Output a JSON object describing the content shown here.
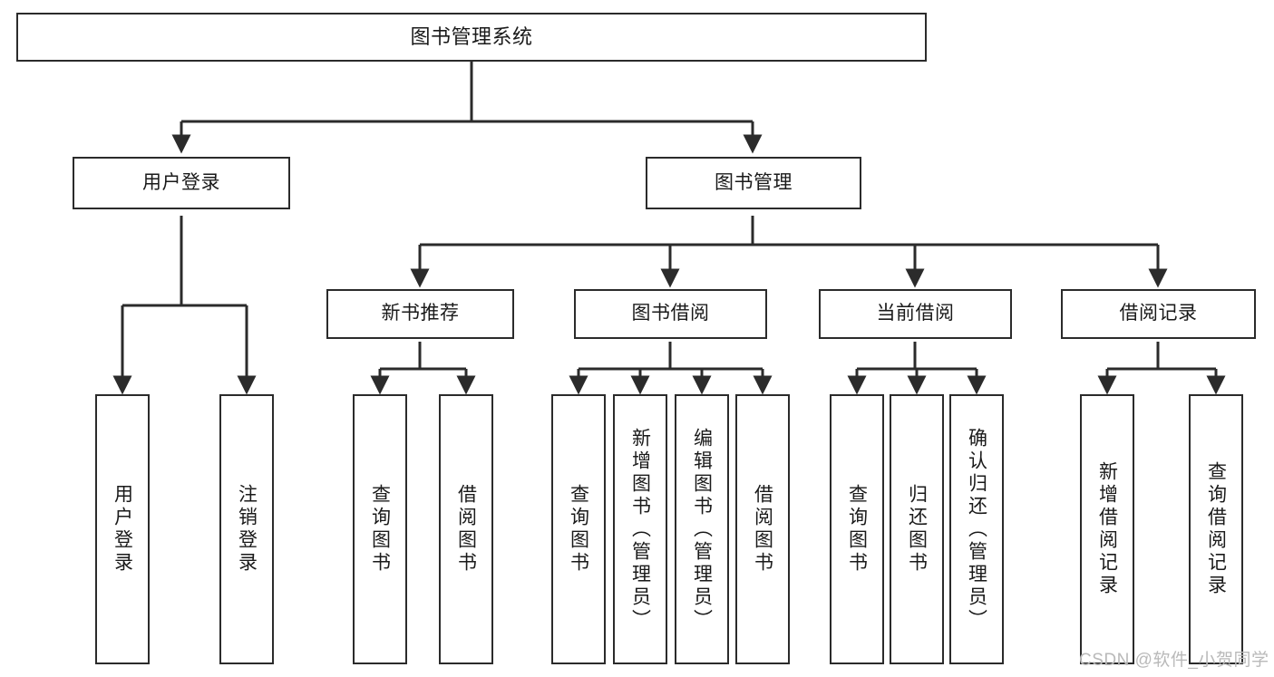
{
  "diagram": {
    "title": "图书管理系统",
    "type": "functional-structure-tree",
    "root": {
      "label": "图书管理系统"
    },
    "level2": [
      {
        "label": "用户登录"
      },
      {
        "label": "图书管理"
      }
    ],
    "level3": [
      {
        "label": "新书推荐"
      },
      {
        "label": "图书借阅"
      },
      {
        "label": "当前借阅"
      },
      {
        "label": "借阅记录"
      }
    ],
    "leaves": {
      "user_login": [
        {
          "label": "用户登录"
        },
        {
          "label": "注销登录"
        }
      ],
      "new_book_recommend": [
        {
          "label": "查询图书"
        },
        {
          "label": "借阅图书"
        }
      ],
      "book_borrow": [
        {
          "label": "查询图书"
        },
        {
          "label": "新增图书（管理员）"
        },
        {
          "label": "编辑图书（管理员）"
        },
        {
          "label": "借阅图书"
        }
      ],
      "current_borrow": [
        {
          "label": "查询图书"
        },
        {
          "label": "归还图书"
        },
        {
          "label": "确认归还（管理员）"
        }
      ],
      "borrow_record": [
        {
          "label": "新增借阅记录"
        },
        {
          "label": "查询借阅记录"
        }
      ]
    }
  },
  "watermark": {
    "text": "CSDN @软件_小贺同学"
  },
  "colors": {
    "stroke": "#2b2b2b",
    "background": "#ffffff",
    "text": "#1a1a1a",
    "watermark": "#b9b9b9"
  }
}
